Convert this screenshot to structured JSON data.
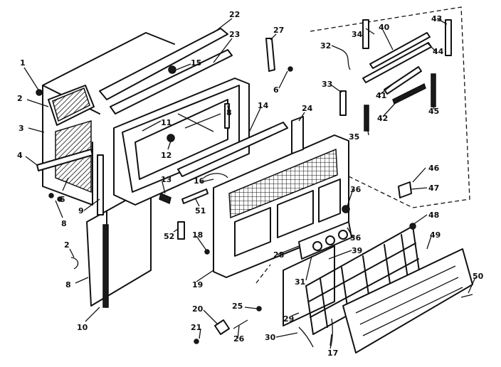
{
  "callouts": [
    {
      "id": "c1",
      "text": "1"
    },
    {
      "id": "c2a",
      "text": "2"
    },
    {
      "id": "c3",
      "text": "3"
    },
    {
      "id": "c4",
      "text": "4"
    },
    {
      "id": "c5",
      "text": "5"
    },
    {
      "id": "c8a",
      "text": "8"
    },
    {
      "id": "c9",
      "text": "9"
    },
    {
      "id": "c2b",
      "text": "2"
    },
    {
      "id": "c8b",
      "text": "8"
    },
    {
      "id": "c10",
      "text": "10"
    },
    {
      "id": "c22",
      "text": "22"
    },
    {
      "id": "c23",
      "text": "23"
    },
    {
      "id": "c15",
      "text": "15"
    },
    {
      "id": "c11",
      "text": "11"
    },
    {
      "id": "c12",
      "text": "12"
    },
    {
      "id": "c13",
      "text": "13"
    },
    {
      "id": "c27",
      "text": "27"
    },
    {
      "id": "c6",
      "text": "6"
    },
    {
      "id": "c8c",
      "text": "8"
    },
    {
      "id": "c14",
      "text": "14"
    },
    {
      "id": "c24",
      "text": "24"
    },
    {
      "id": "c16",
      "text": "16"
    },
    {
      "id": "c51",
      "text": "51"
    },
    {
      "id": "c52",
      "text": "52"
    },
    {
      "id": "c18",
      "text": "18"
    },
    {
      "id": "c19",
      "text": "19"
    },
    {
      "id": "c28",
      "text": "28"
    },
    {
      "id": "c36a",
      "text": "36"
    },
    {
      "id": "c36b",
      "text": "36"
    },
    {
      "id": "c39",
      "text": "39"
    },
    {
      "id": "c31",
      "text": "31"
    },
    {
      "id": "c29",
      "text": "29"
    },
    {
      "id": "c48",
      "text": "48"
    },
    {
      "id": "c49",
      "text": "49"
    },
    {
      "id": "c50",
      "text": "50"
    },
    {
      "id": "c20",
      "text": "20"
    },
    {
      "id": "c21",
      "text": "21"
    },
    {
      "id": "c25",
      "text": "25"
    },
    {
      "id": "c26",
      "text": "26"
    },
    {
      "id": "c30",
      "text": "30"
    },
    {
      "id": "c17",
      "text": "17"
    },
    {
      "id": "c34",
      "text": "34"
    },
    {
      "id": "c40",
      "text": "40"
    },
    {
      "id": "c43",
      "text": "43"
    },
    {
      "id": "c32",
      "text": "32"
    },
    {
      "id": "c44",
      "text": "44"
    },
    {
      "id": "c33",
      "text": "33"
    },
    {
      "id": "c41",
      "text": "41"
    },
    {
      "id": "c42",
      "text": "42"
    },
    {
      "id": "c45",
      "text": "45"
    },
    {
      "id": "c35",
      "text": "35"
    },
    {
      "id": "c46",
      "text": "46"
    },
    {
      "id": "c47",
      "text": "47"
    }
  ]
}
